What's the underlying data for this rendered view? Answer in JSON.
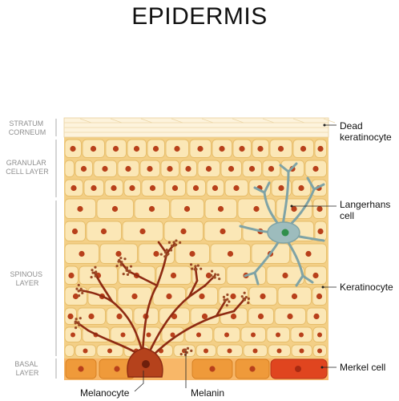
{
  "title": "EPIDERMIS",
  "layers": [
    {
      "id": "stratum-corneum",
      "lines": [
        "STRATUM",
        "CORNEUM"
      ]
    },
    {
      "id": "granular",
      "lines": [
        "GRANULAR",
        "CELL LAYER"
      ]
    },
    {
      "id": "spinous",
      "lines": [
        "SPINOUS",
        "LAYER"
      ]
    },
    {
      "id": "basal",
      "lines": [
        "BASAL",
        "LAYER"
      ]
    }
  ],
  "callouts": {
    "dead_keratinocyte": [
      "Dead",
      "keratinocyte"
    ],
    "langerhans": [
      "Langerhans",
      "cell"
    ],
    "keratinocyte": "Keratinocyte",
    "merkel": "Merkel cell",
    "melanocyte": "Melanocyte",
    "melanin": "Melanin"
  },
  "colors": {
    "cell_fill": "#fbe7b6",
    "cell_stroke": "#e6bd6a",
    "nucleus": "#b8401b",
    "basal_cell": "#ef9a3a",
    "merkel_cell": "#e0451f",
    "melanocyte": "#8e2a12",
    "langerhans": "#7fa3a6"
  }
}
